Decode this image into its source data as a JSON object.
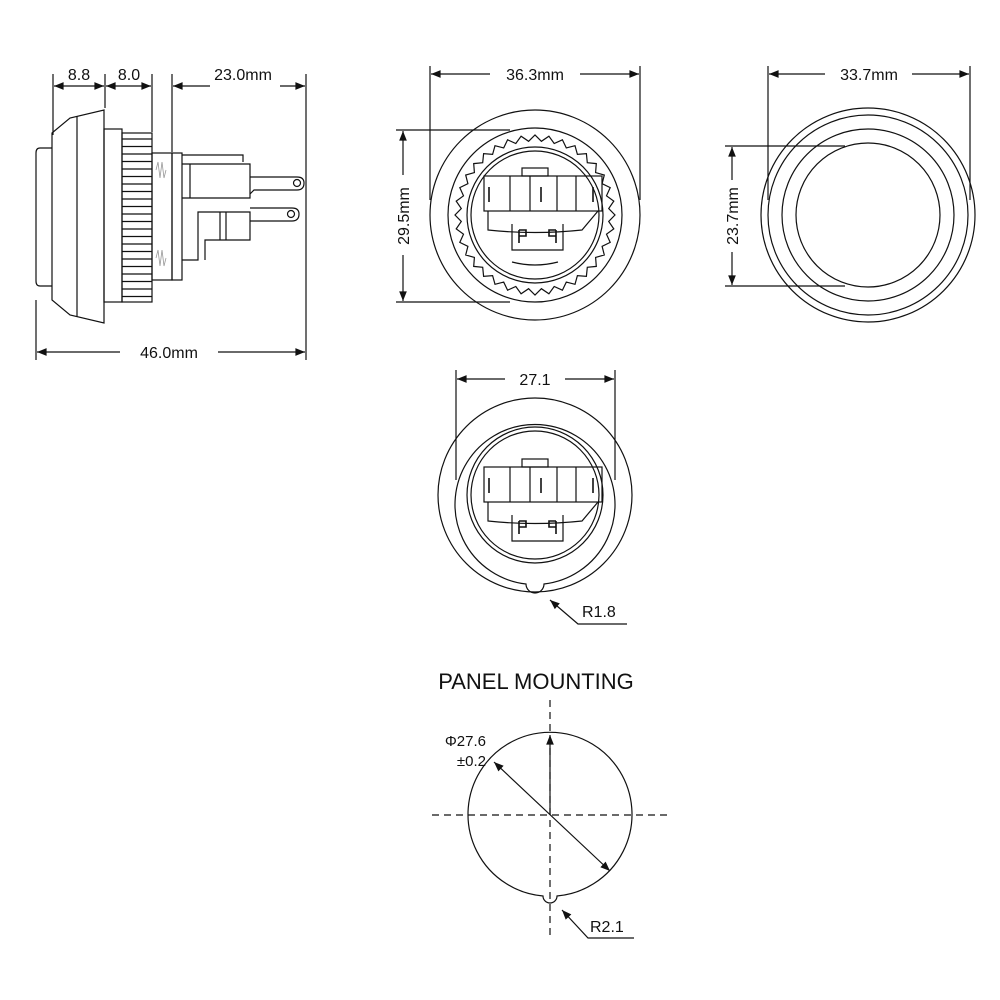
{
  "side_view": {
    "dim_cap": "8.8",
    "dim_nut": "8.0",
    "dim_terminal": "23.0mm",
    "dim_total": "46.0mm"
  },
  "rear_view": {
    "dim_width": "36.3mm",
    "dim_height": "29.5mm"
  },
  "front_view": {
    "dim_width": "33.7mm",
    "dim_height": "23.7mm"
  },
  "rear_view_no_nut": {
    "dim_width": "27.1",
    "radius_label": "R1.8"
  },
  "panel_mounting": {
    "title": "PANEL MOUNTING",
    "diameter": "Φ27.6",
    "tolerance": "±0.2",
    "radius_label": "R2.1"
  }
}
